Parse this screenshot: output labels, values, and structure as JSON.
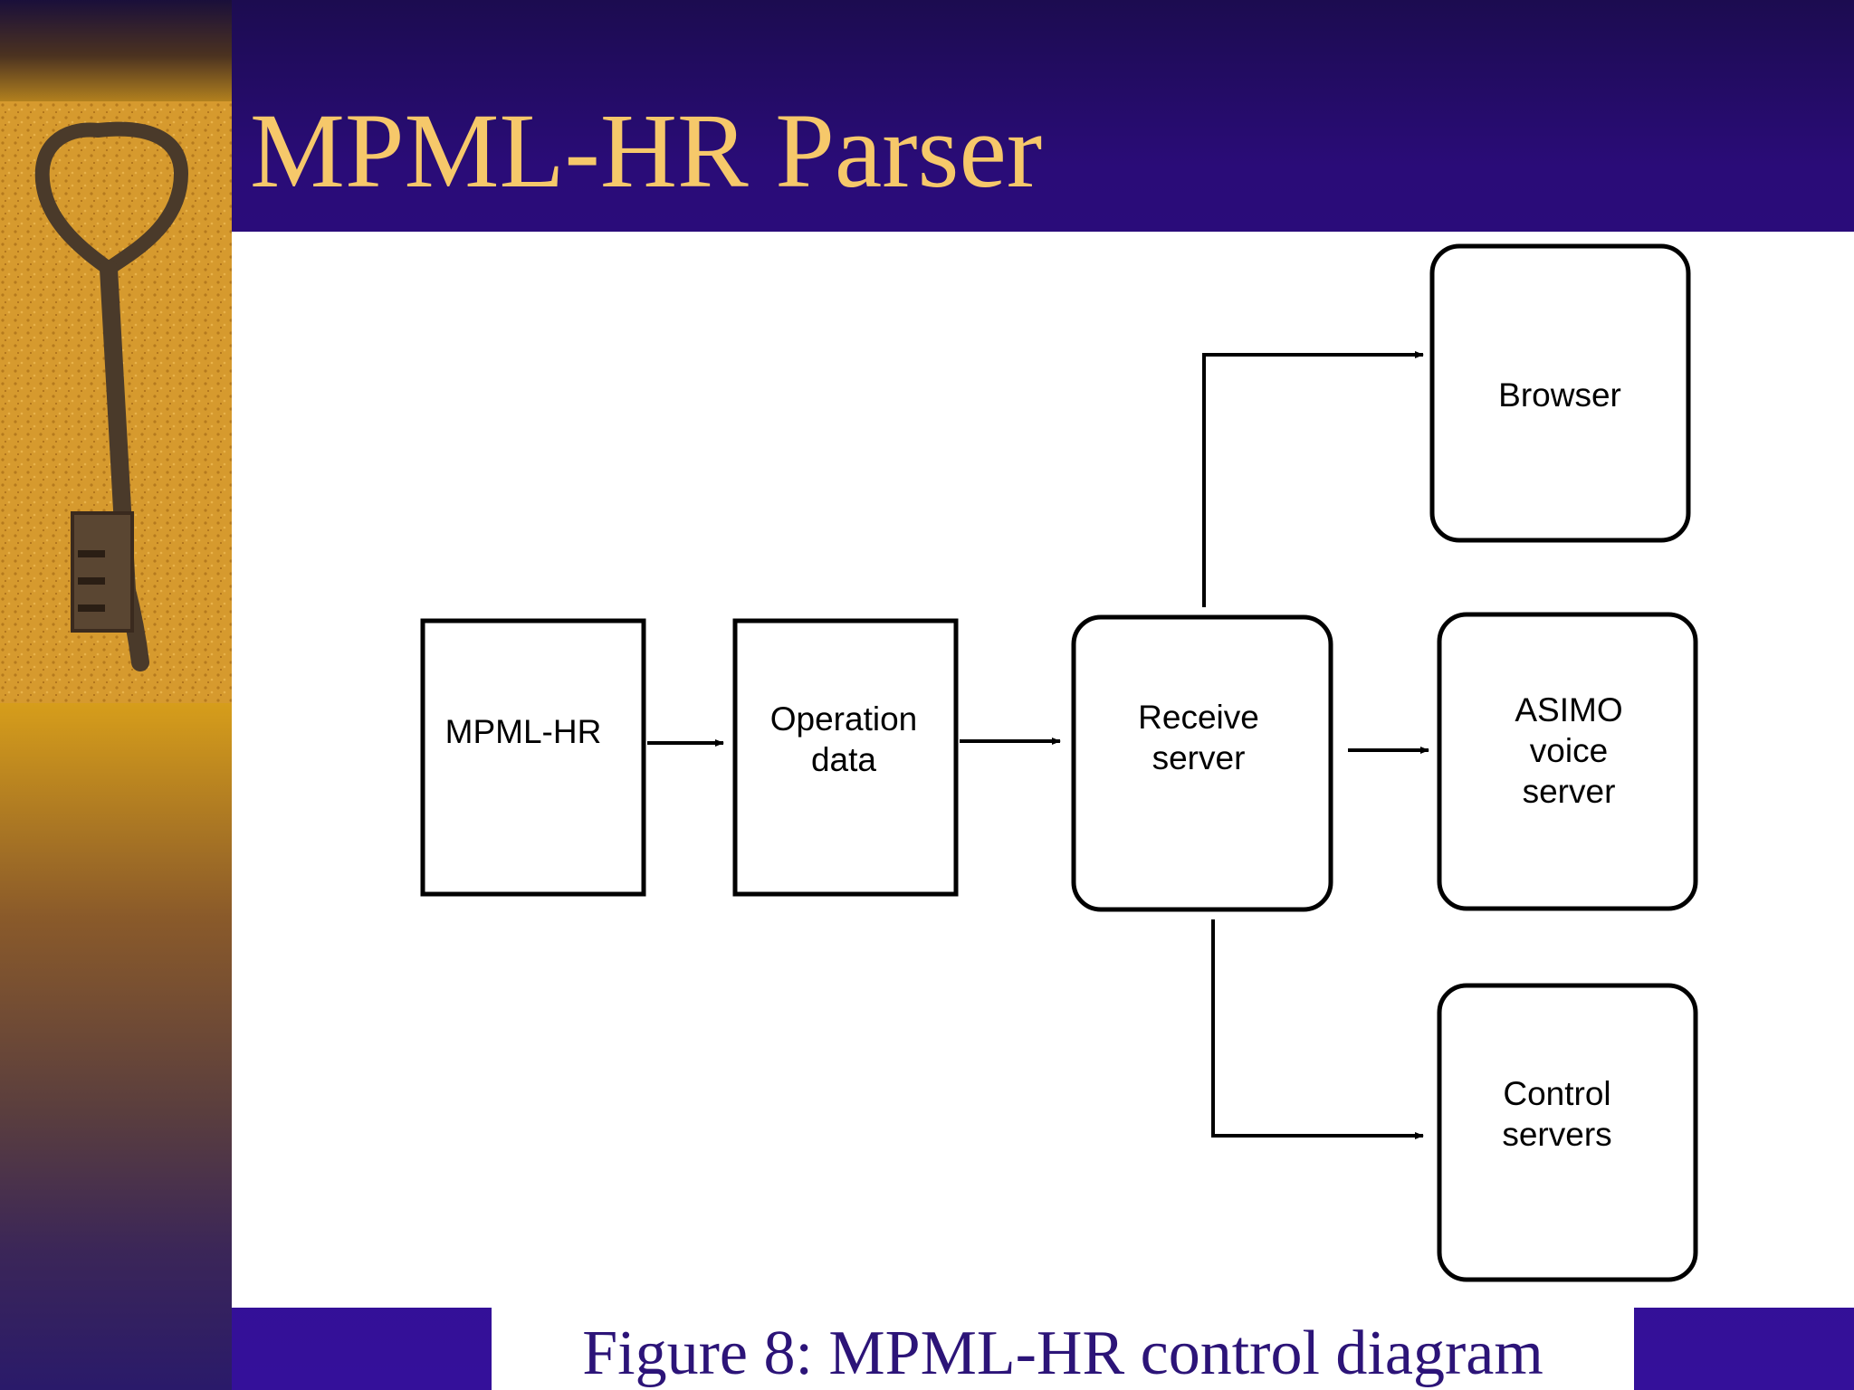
{
  "slide": {
    "title": "MPML-HR Parser",
    "caption": "Figure 8: MPML-HR control diagram",
    "title_color": "#f6c86a",
    "caption_color": "#2c1478"
  },
  "diagram": {
    "nodes": [
      {
        "id": "mpml-hr",
        "shape": "rect",
        "lines": [
          "MPML-HR"
        ]
      },
      {
        "id": "operation-data",
        "shape": "rect",
        "lines": [
          "Operation",
          "data"
        ]
      },
      {
        "id": "receive-server",
        "shape": "rounded-rect",
        "lines": [
          "Receive",
          "server"
        ]
      },
      {
        "id": "browser",
        "shape": "rounded-rect",
        "lines": [
          "Browser"
        ]
      },
      {
        "id": "asimo-voice-server",
        "shape": "rounded-rect",
        "lines": [
          "ASIMO",
          "voice",
          "server"
        ]
      },
      {
        "id": "control-servers",
        "shape": "rounded-rect",
        "lines": [
          "Control",
          "servers"
        ]
      }
    ],
    "edges": [
      {
        "from": "mpml-hr",
        "to": "operation-data"
      },
      {
        "from": "operation-data",
        "to": "receive-server"
      },
      {
        "from": "receive-server",
        "to": "browser"
      },
      {
        "from": "receive-server",
        "to": "asimo-voice-server"
      },
      {
        "from": "receive-server",
        "to": "control-servers"
      }
    ]
  }
}
